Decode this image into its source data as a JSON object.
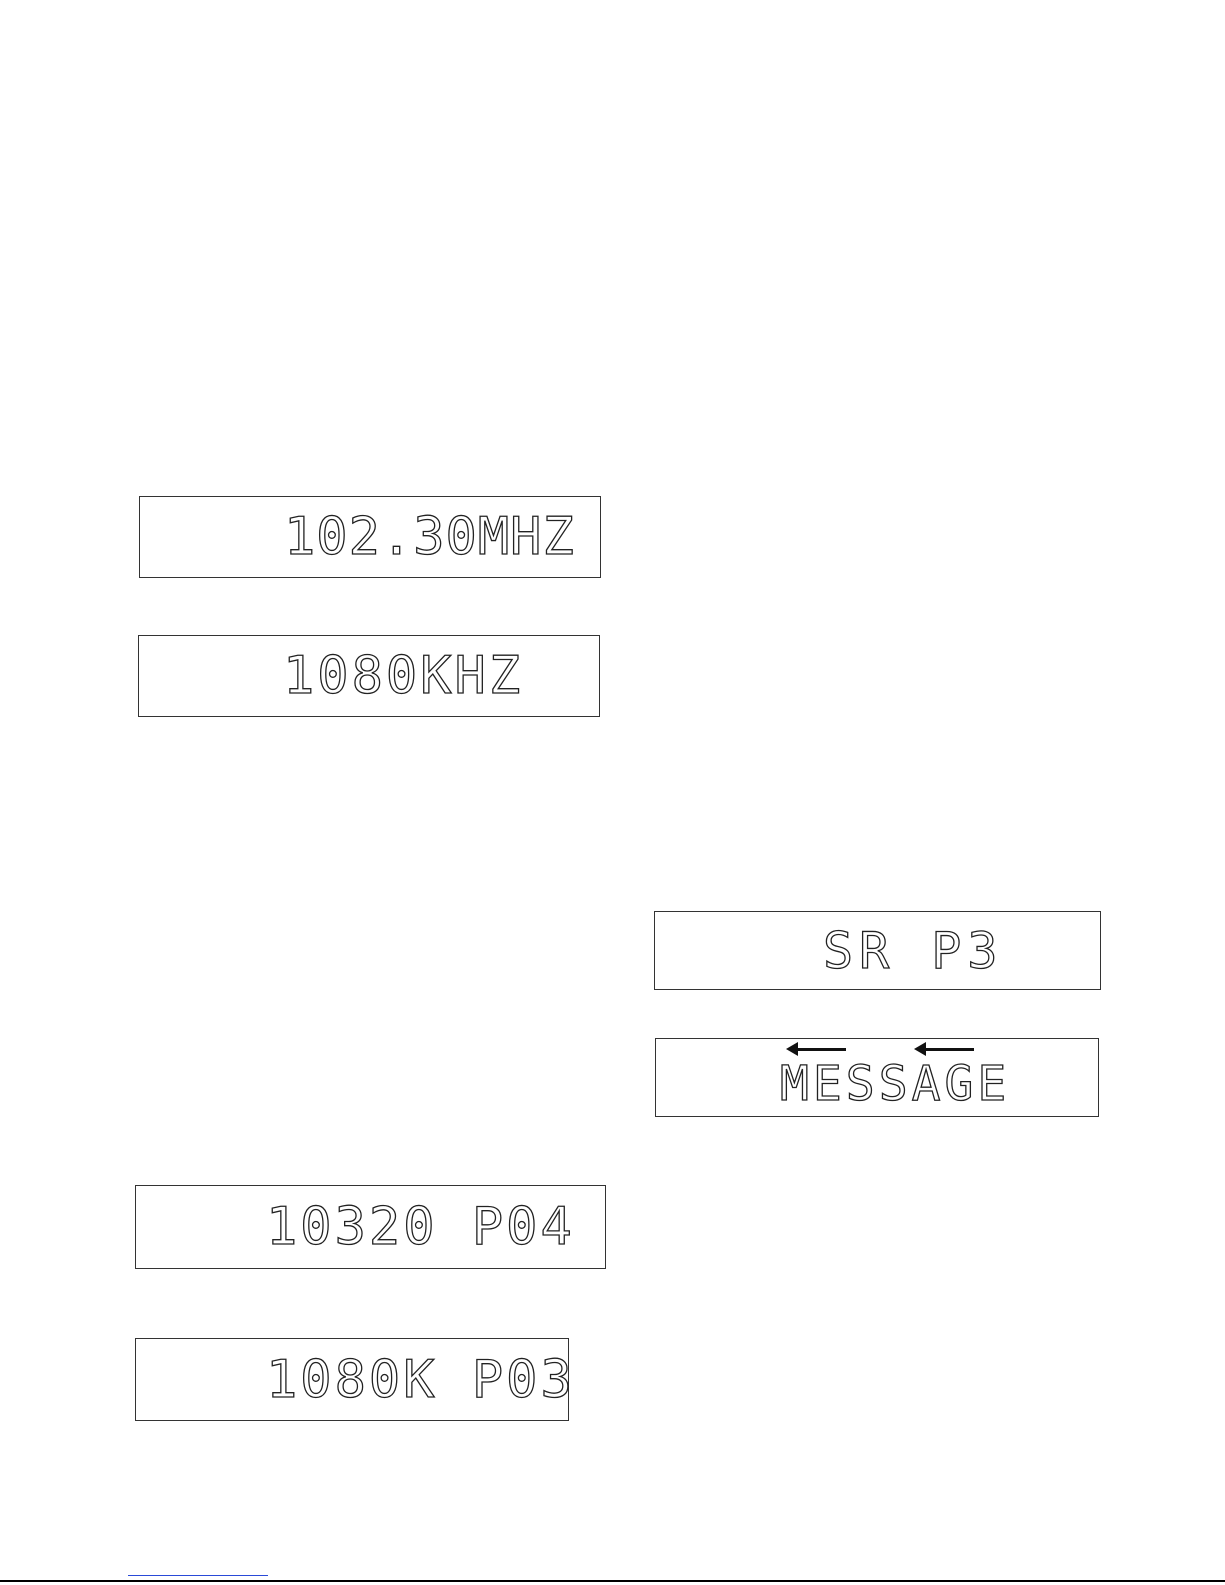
{
  "displays": [
    {
      "text": "102.30MHZ"
    },
    {
      "text": "1080KHZ"
    },
    {
      "text": "SR P3"
    },
    {
      "text": "MESSAGE"
    },
    {
      "text": "10320 P04"
    },
    {
      "text": "1080K P03"
    }
  ]
}
